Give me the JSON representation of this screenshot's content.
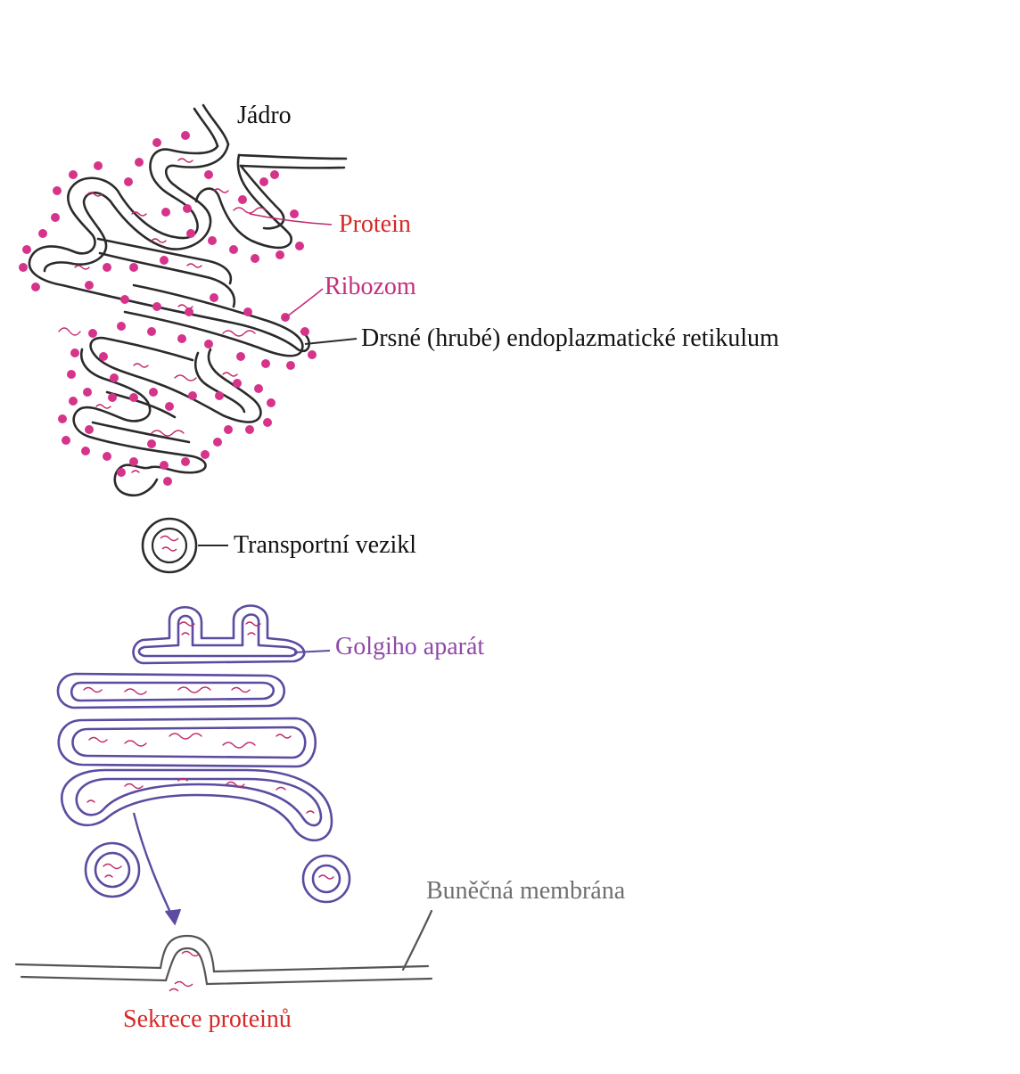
{
  "labels": {
    "nucleus": "Jádro",
    "protein": "Protein",
    "ribosome": "Ribozom",
    "rough_er": "Drsné (hrubé) endoplazmatické retikulum",
    "transport_vesicle": "Transportní vezikl",
    "golgi": "Golgiho aparát",
    "cell_membrane": "Buněčná membrána",
    "secretion": "Sekrece proteinů"
  },
  "colors": {
    "outline": "#2b2b2b",
    "ribosome": "#d6338a",
    "protein_strand": "#c02a6e",
    "label_red": "#d62828",
    "label_magenta": "#c42f7e",
    "golgi": "#5c4ba0",
    "label_golgi": "#8e4aa8",
    "label_grey": "#6f6f6f",
    "text_black": "#111111"
  }
}
